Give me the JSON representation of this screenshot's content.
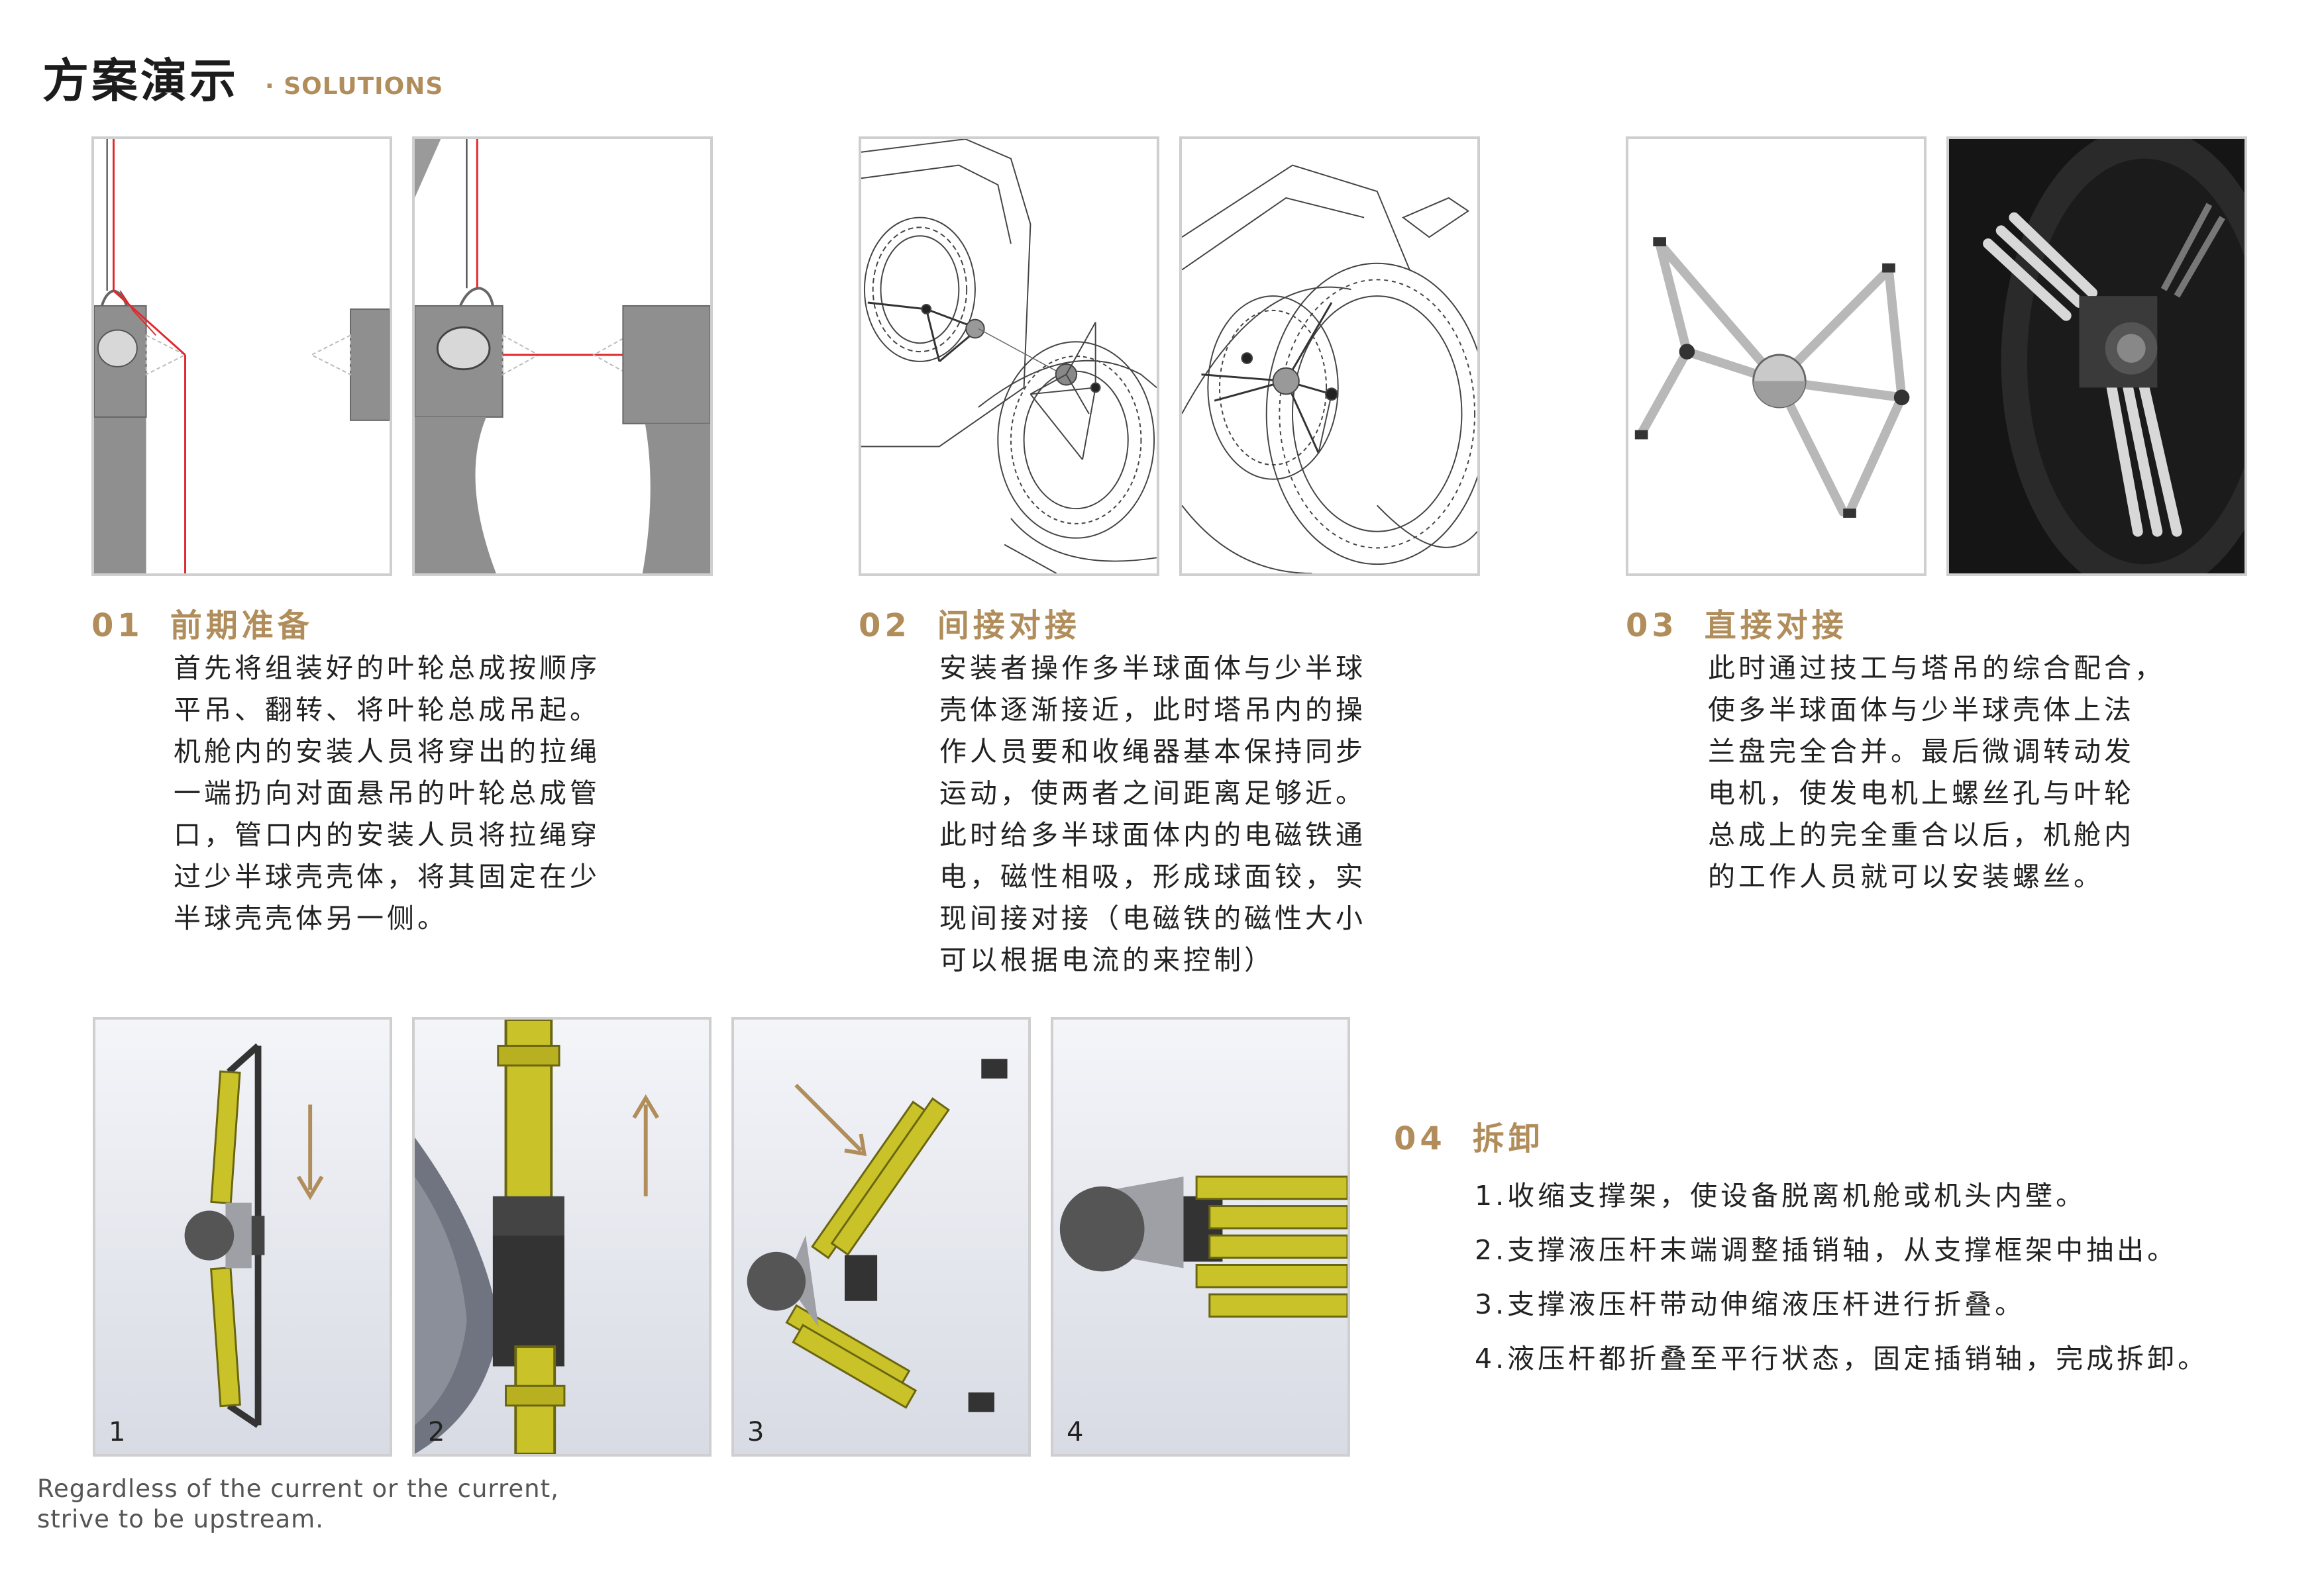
{
  "header": {
    "title_cn": "方案演示",
    "title_en": "· SOLUTIONS"
  },
  "steps": [
    {
      "num": "01",
      "title": "前期准备",
      "lines": [
        "首先将组装好的叶轮总成按顺序",
        "平吊、翻转、将叶轮总成吊起。",
        "机舱内的安装人员将穿出的拉绳",
        "一端扔向对面悬吊的叶轮总成管",
        "口，管口内的安装人员将拉绳穿",
        "过少半球壳壳体，将其固定在少",
        "半球壳壳体另一侧。"
      ]
    },
    {
      "num": "02",
      "title": "间接对接",
      "lines": [
        "安装者操作多半球面体与少半球",
        "壳体逐渐接近，此时塔吊内的操",
        "作人员要和收绳器基本保持同步",
        "运动，使两者之间距离足够近。",
        "此时给多半球面体内的电磁铁通",
        "电，磁性相吸，形成球面铰，实",
        "现间接对接（电磁铁的磁性大小",
        "可以根据电流的来控制）"
      ]
    },
    {
      "num": "03",
      "title": "直接对接",
      "lines": [
        "此时通过技工与塔吊的综合配合，",
        "使多半球面体与少半球壳体上法",
        "兰盘完全合并。最后微调转动发",
        "电机，使发电机上螺丝孔与叶轮",
        "总成上的完全重合以后，机舱内",
        "的工作人员就可以安装螺丝。"
      ]
    },
    {
      "num": "04",
      "title": "拆卸",
      "lines": [
        "1.收缩支撑架，使设备脱离机舱或机头内壁。",
        "2.支撑液压杆末端调整插销轴，从支撑框架中抽出。",
        "3.支撑液压杆带动伸缩液压杆进行折叠。",
        "4.液压杆都折叠至平行状态，固定插销轴，完成拆卸。"
      ]
    }
  ],
  "disassembly_panels": [
    "1",
    "2",
    "3",
    "4"
  ],
  "footer": {
    "line1": "Regardless of the current or the current,",
    "line2": "strive to be upstream."
  },
  "colors": {
    "accent": "#b08d5a",
    "rope": "#e0282d",
    "rod_yellow": "#c9c229",
    "gray_part": "#8c8c8c",
    "panel_border": "#cfcfcf"
  }
}
